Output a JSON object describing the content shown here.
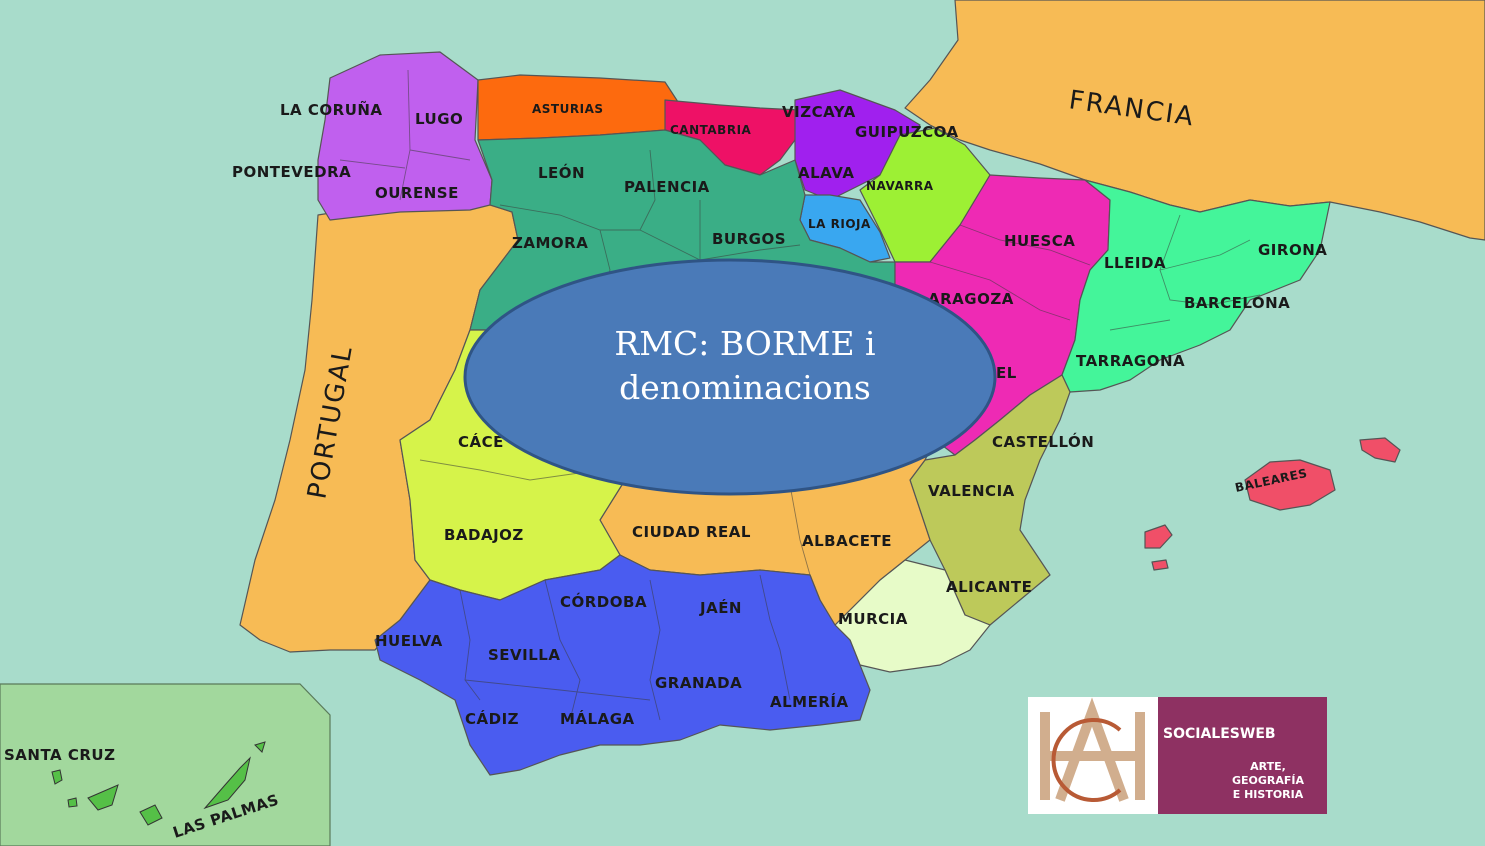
{
  "slide": {
    "title_line1": "RMC: BORME i",
    "title_line2": "denominacions"
  },
  "map": {
    "countries": {
      "france": "FRANCIA",
      "portugal": "PORTUGAL"
    },
    "provinces": {
      "la_coruna": "LA CORUÑA",
      "lugo": "LUGO",
      "asturias": "ASTURIAS",
      "vizcaya": "VIZCAYA",
      "cantabria": "CANTABRIA",
      "guipuzcoa": "GUIPUZCOA",
      "pontevedra": "PONTEVEDRA",
      "ourense": "OURENSE",
      "leon": "LEÓN",
      "palencia": "PALENCIA",
      "alava": "ALAVA",
      "navarra": "NAVARRA",
      "la_rioja": "LA RIOJA",
      "zamora": "ZAMORA",
      "burgos": "BURGOS",
      "huesca": "HUESCA",
      "lleida": "LLEIDA",
      "girona": "GIRONA",
      "zaragoza": "ARAGOZA",
      "barcelona": "BARCELONA",
      "tarragona": "TARRAGONA",
      "teruel": "EL",
      "caceres": "CÁCE",
      "castellon": "CASTELLÓN",
      "valencia": "VALENCIA",
      "baleares": "BALEARES",
      "badajoz": "BADAJOZ",
      "ciudad_real": "CIUDAD REAL",
      "albacete": "ALBACETE",
      "alicante": "ALICANTE",
      "cordoba": "CÓRDOBA",
      "jaen": "JAÉN",
      "murcia": "MURCIA",
      "huelva": "HUELVA",
      "sevilla": "SEVILLA",
      "granada": "GRANADA",
      "almeria": "ALMERÍA",
      "cadiz": "CÁDIZ",
      "malaga": "MÁLAGA",
      "santa_cruz": "SANTA CRUZ",
      "las_palmas": "LAS PALMAS"
    }
  },
  "logo": {
    "brand": "SOCIALESWEB",
    "tagline_1": "ARTE,",
    "tagline_2": "GEOGRAFÍA",
    "tagline_3": "E HISTORIA"
  },
  "colors": {
    "sea": "#a8dccb",
    "france": "#f7bb55",
    "portugal": "#f7bb55",
    "galicia": "#c060ee",
    "asturias": "#fd6a0e",
    "cantabria": "#ee1166",
    "basque": "#a020ee",
    "castilla_leon": "#3aae86",
    "navarra": "#9df034",
    "la_rioja": "#39a7f0",
    "aragon": "#ee2ab4",
    "catalonia": "#44f59a",
    "castilla_mancha": "#f7bb55",
    "extremadura": "#d6f34a",
    "valencia": "#bdc95a",
    "murcia": "#e7fbc8",
    "andalusia": "#4a5cf0",
    "baleares": "#f04f68",
    "canarias_box": "#a2d89d",
    "canarias_islands": "#55c047",
    "oval_fill": "#4a7ab8",
    "oval_stroke": "#2f5485",
    "logo_purple": "#8e3162"
  }
}
